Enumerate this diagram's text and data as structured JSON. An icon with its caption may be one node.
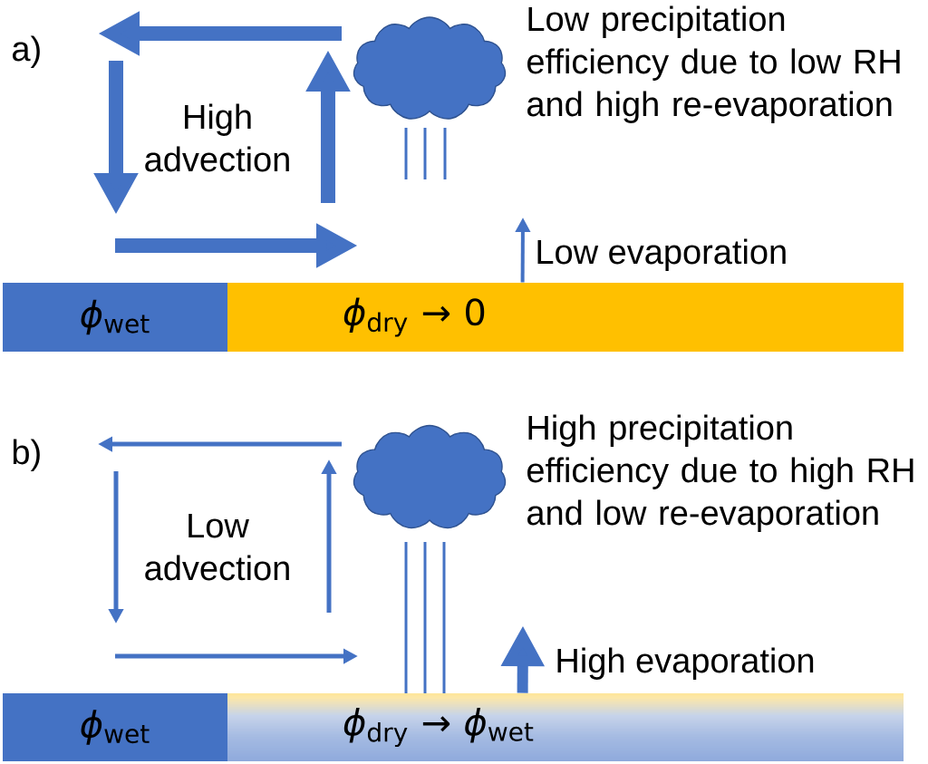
{
  "diagram": {
    "nodes": [
      {
        "text": [],
        "shape": "cloud",
        "beside": [
          "Low precipitation efficiency due to low RH and high re-evaporation"
        ]
      },
      {
        "text": [
          "*ϕ*$_{wet}$"
        ]
      },
      {
        "text": [
          "*ϕ*$_{dry}$ → 0"
        ]
      },
      {
        "text": [],
        "shape": "cloud",
        "beside": [
          "High precipitation efficiency due to high RH and low re-evaporation"
        ]
      },
      {
        "text": [
          "*ϕ*$_{wet}$"
        ]
      },
      {
        "text": [
          "*ϕ*$_{dry}$ → *ϕ*$_{wet}$"
        ]
      }
    ],
    "edges": [
      {
        "from": 2,
        "to": null,
        "arrow": "to",
        "label": "Low evaporation"
      },
      {
        "from": 5,
        "to": null,
        "arrow": "to",
        "label": "High evaporation",
        "style": "thick"
      }
    ],
    "labels": [
      "a)",
      "High advection",
      "b)",
      "Low advection"
    ]
  }
}
